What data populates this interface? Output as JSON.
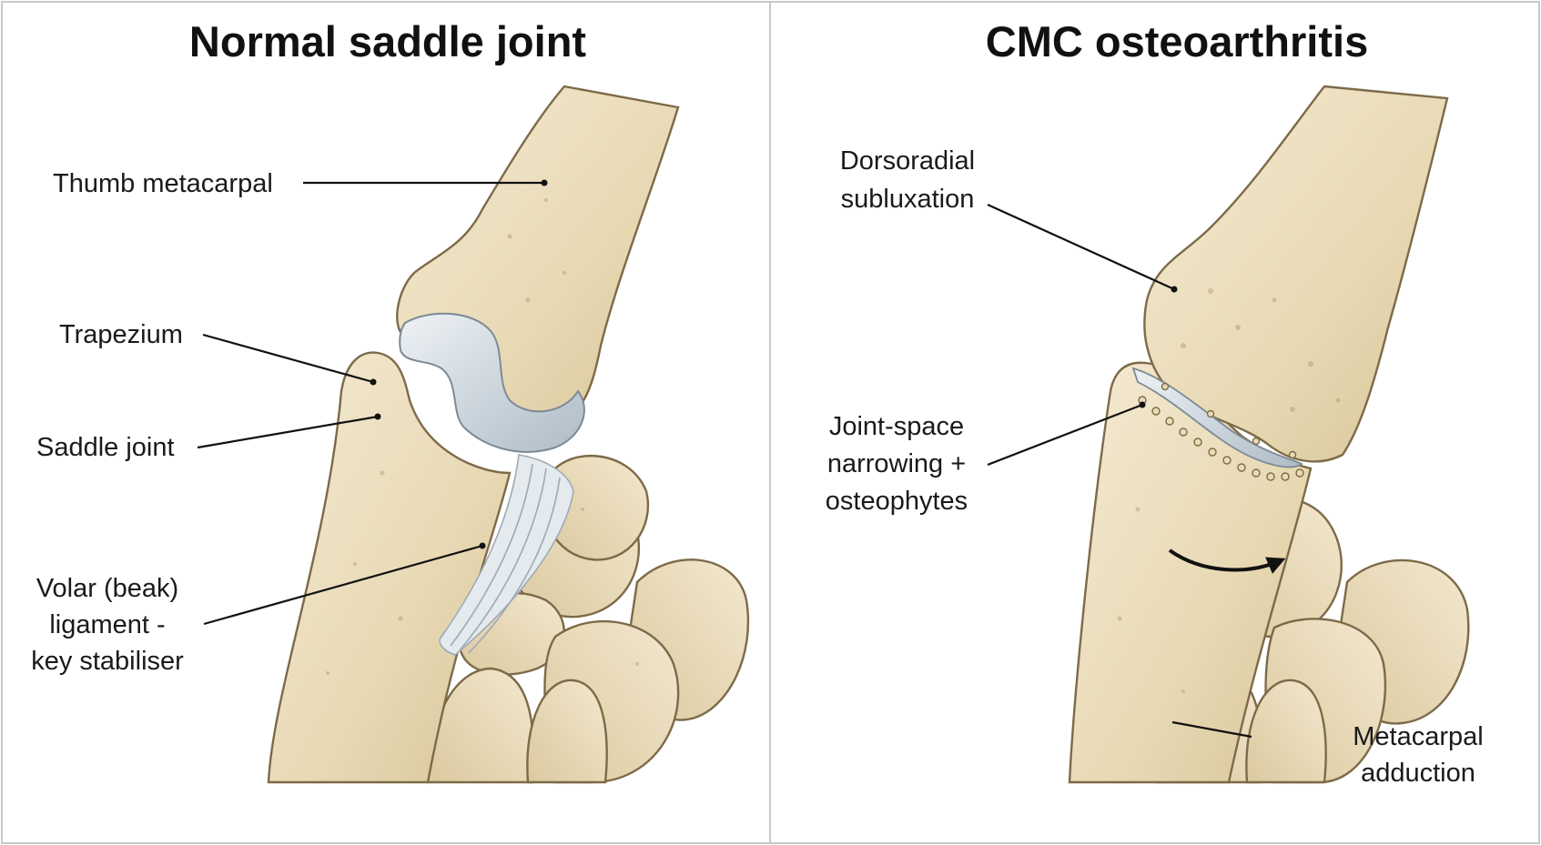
{
  "panels": [
    {
      "title": "Normal saddle joint",
      "labels": [
        {
          "lines": [
            "Thumb metacarpal"
          ]
        },
        {
          "lines": [
            "Trapezium"
          ]
        },
        {
          "lines": [
            "Saddle joint"
          ]
        },
        {
          "lines": [
            "Volar (beak)",
            "ligament -",
            "key stabiliser"
          ]
        }
      ]
    },
    {
      "title": "CMC osteoarthritis",
      "labels": [
        {
          "lines": [
            "Dorsoradial",
            "subluxation"
          ]
        },
        {
          "lines": [
            "Joint-space",
            "narrowing +",
            "osteophytes"
          ]
        },
        {
          "lines": [
            "Metacarpal",
            "adduction"
          ]
        }
      ]
    }
  ],
  "colors": {
    "bone_light": "#f1e6cc",
    "bone_dark": "#dac99e",
    "bone_outline": "#7d6a48",
    "cartilage": "#c9d4dc",
    "ligament": "#e4eaee",
    "divider": "#c8c8c8",
    "text": "#111111"
  }
}
